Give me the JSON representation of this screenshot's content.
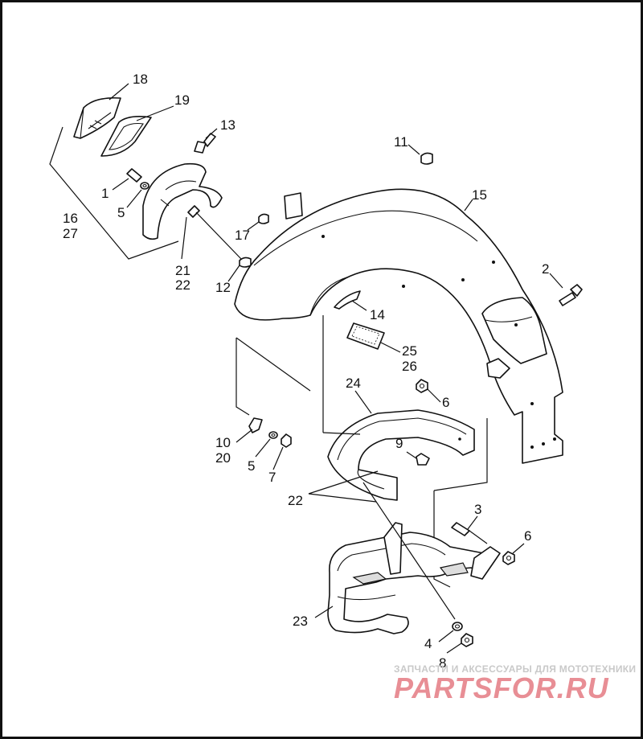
{
  "callouts": [
    {
      "id": "c18",
      "text": "18"
    },
    {
      "id": "c19",
      "text": "19"
    },
    {
      "id": "c13",
      "text": "13"
    },
    {
      "id": "c11",
      "text": "11"
    },
    {
      "id": "c1",
      "text": "1"
    },
    {
      "id": "c5a",
      "text": "5"
    },
    {
      "id": "c16",
      "text": "16"
    },
    {
      "id": "c27",
      "text": "27"
    },
    {
      "id": "c15",
      "text": "15"
    },
    {
      "id": "c17",
      "text": "17"
    },
    {
      "id": "c21",
      "text": "21"
    },
    {
      "id": "c22a",
      "text": "22"
    },
    {
      "id": "c12",
      "text": "12"
    },
    {
      "id": "c2",
      "text": "2"
    },
    {
      "id": "c14",
      "text": "14"
    },
    {
      "id": "c25",
      "text": "25"
    },
    {
      "id": "c26",
      "text": "26"
    },
    {
      "id": "c6a",
      "text": "6"
    },
    {
      "id": "c24",
      "text": "24"
    },
    {
      "id": "c9",
      "text": "9"
    },
    {
      "id": "c10",
      "text": "10"
    },
    {
      "id": "c20",
      "text": "20"
    },
    {
      "id": "c5b",
      "text": "5"
    },
    {
      "id": "c7",
      "text": "7"
    },
    {
      "id": "c22b",
      "text": "22"
    },
    {
      "id": "c3",
      "text": "3"
    },
    {
      "id": "c6b",
      "text": "6"
    },
    {
      "id": "c23",
      "text": "23"
    },
    {
      "id": "c4",
      "text": "4"
    },
    {
      "id": "c8",
      "text": "8"
    }
  ],
  "watermark": {
    "tagline": "ЗАПЧАСТИ И АКСЕССУАРЫ ДЛЯ МОТОТЕХНИКИ",
    "brand": "PARTSFOR.RU",
    "brand_color": "#e88e95"
  }
}
